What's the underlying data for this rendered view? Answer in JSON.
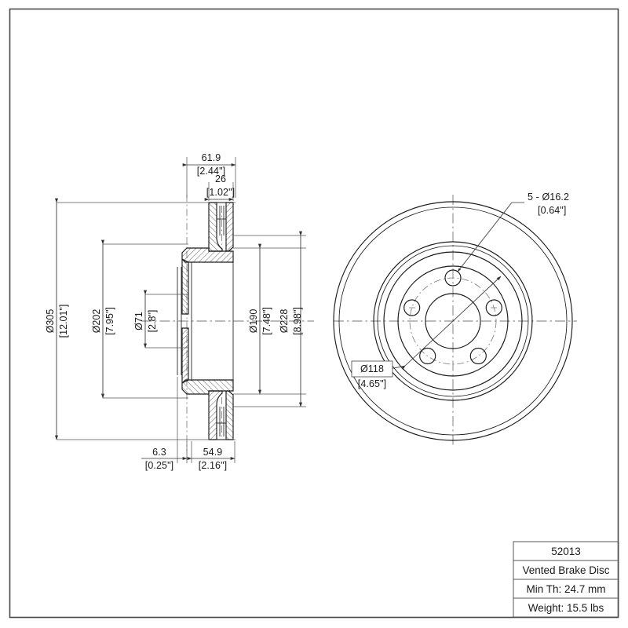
{
  "sheet": {
    "title_block": {
      "rows": [
        {
          "name": "part-number",
          "value": "52013"
        },
        {
          "name": "description",
          "value": "Vented Brake Disc"
        },
        {
          "name": "min-thickness",
          "value": "Min Th: 24.7 mm"
        },
        {
          "name": "weight",
          "value": "Weight: 15.5 lbs"
        }
      ]
    }
  },
  "section_view": {
    "dimensions": {
      "overall_width": {
        "metric": "61.9",
        "imperial": "[2.44\"]"
      },
      "hat_depth": {
        "metric": "26",
        "imperial": "[1.02\"]"
      },
      "outer_diameter": {
        "metric": "Ø305",
        "imperial": "[12.01\"]"
      },
      "friction_inner_diameter": {
        "metric": "Ø202",
        "imperial": "[7.95\"]"
      },
      "pilot_bore": {
        "metric": "Ø71",
        "imperial": "[2.8\"]"
      },
      "hat_outer_diameter": {
        "metric": "Ø190",
        "imperial": "[7.48\"]"
      },
      "bell_diameter": {
        "metric": "Ø228",
        "imperial": "[8.98\"]"
      },
      "flange_thickness": {
        "metric": "6.3",
        "imperial": "[0.25\"]"
      },
      "hub_offset": {
        "metric": "54.9",
        "imperial": "[2.16\"]"
      }
    }
  },
  "face_view": {
    "callouts": {
      "lug_holes": {
        "metric": "5 - Ø16.2",
        "imperial": "[0.64\"]"
      },
      "bolt_circle": {
        "metric": "Ø118",
        "imperial": "[4.65\"]"
      }
    }
  },
  "colors": {
    "line": "#1a1a1a",
    "dimension": "#333333",
    "centerline": "#777777",
    "border": "#4a4a4a",
    "background": "#ffffff"
  }
}
